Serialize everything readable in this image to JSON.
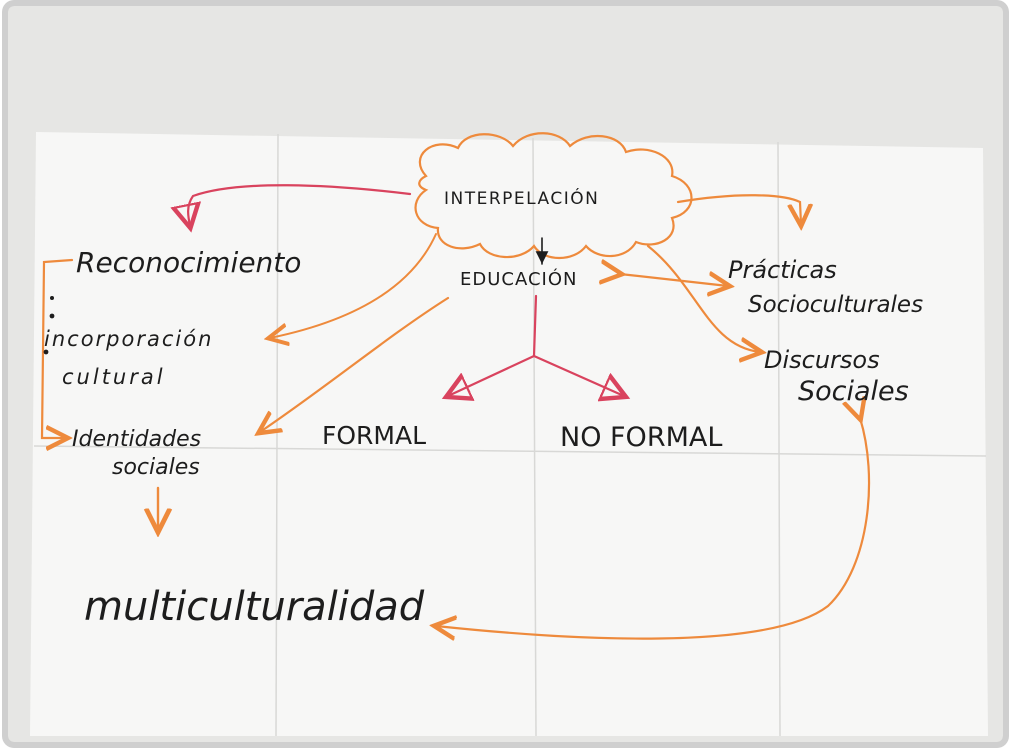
{
  "photo": {
    "subject": "concept-map",
    "colors": {
      "wall": "#e6e6e4",
      "paper": "#f7f7f6",
      "fold": "#d8d8d6",
      "ink_black": "#1d1d1d",
      "ink_orange": "#ee8a3c",
      "ink_red": "#d9435e"
    }
  },
  "map": {
    "center": "INTERPELACIÓN",
    "education": "EDUCACIÓN",
    "reconocimiento": "Reconocimiento",
    "incorporacion_1": "incorporación",
    "incorporacion_2": "cultural",
    "identidades_1": "Identidades",
    "identidades_2": "sociales",
    "formal": "FORMAL",
    "no_formal": "NO FORMAL",
    "practicas_1": "Prácticas",
    "practicas_2": "Socioculturales",
    "discursos_1": "Discursos",
    "discursos_2": "Sociales",
    "multiculturalidad": "multiculturalidad"
  }
}
